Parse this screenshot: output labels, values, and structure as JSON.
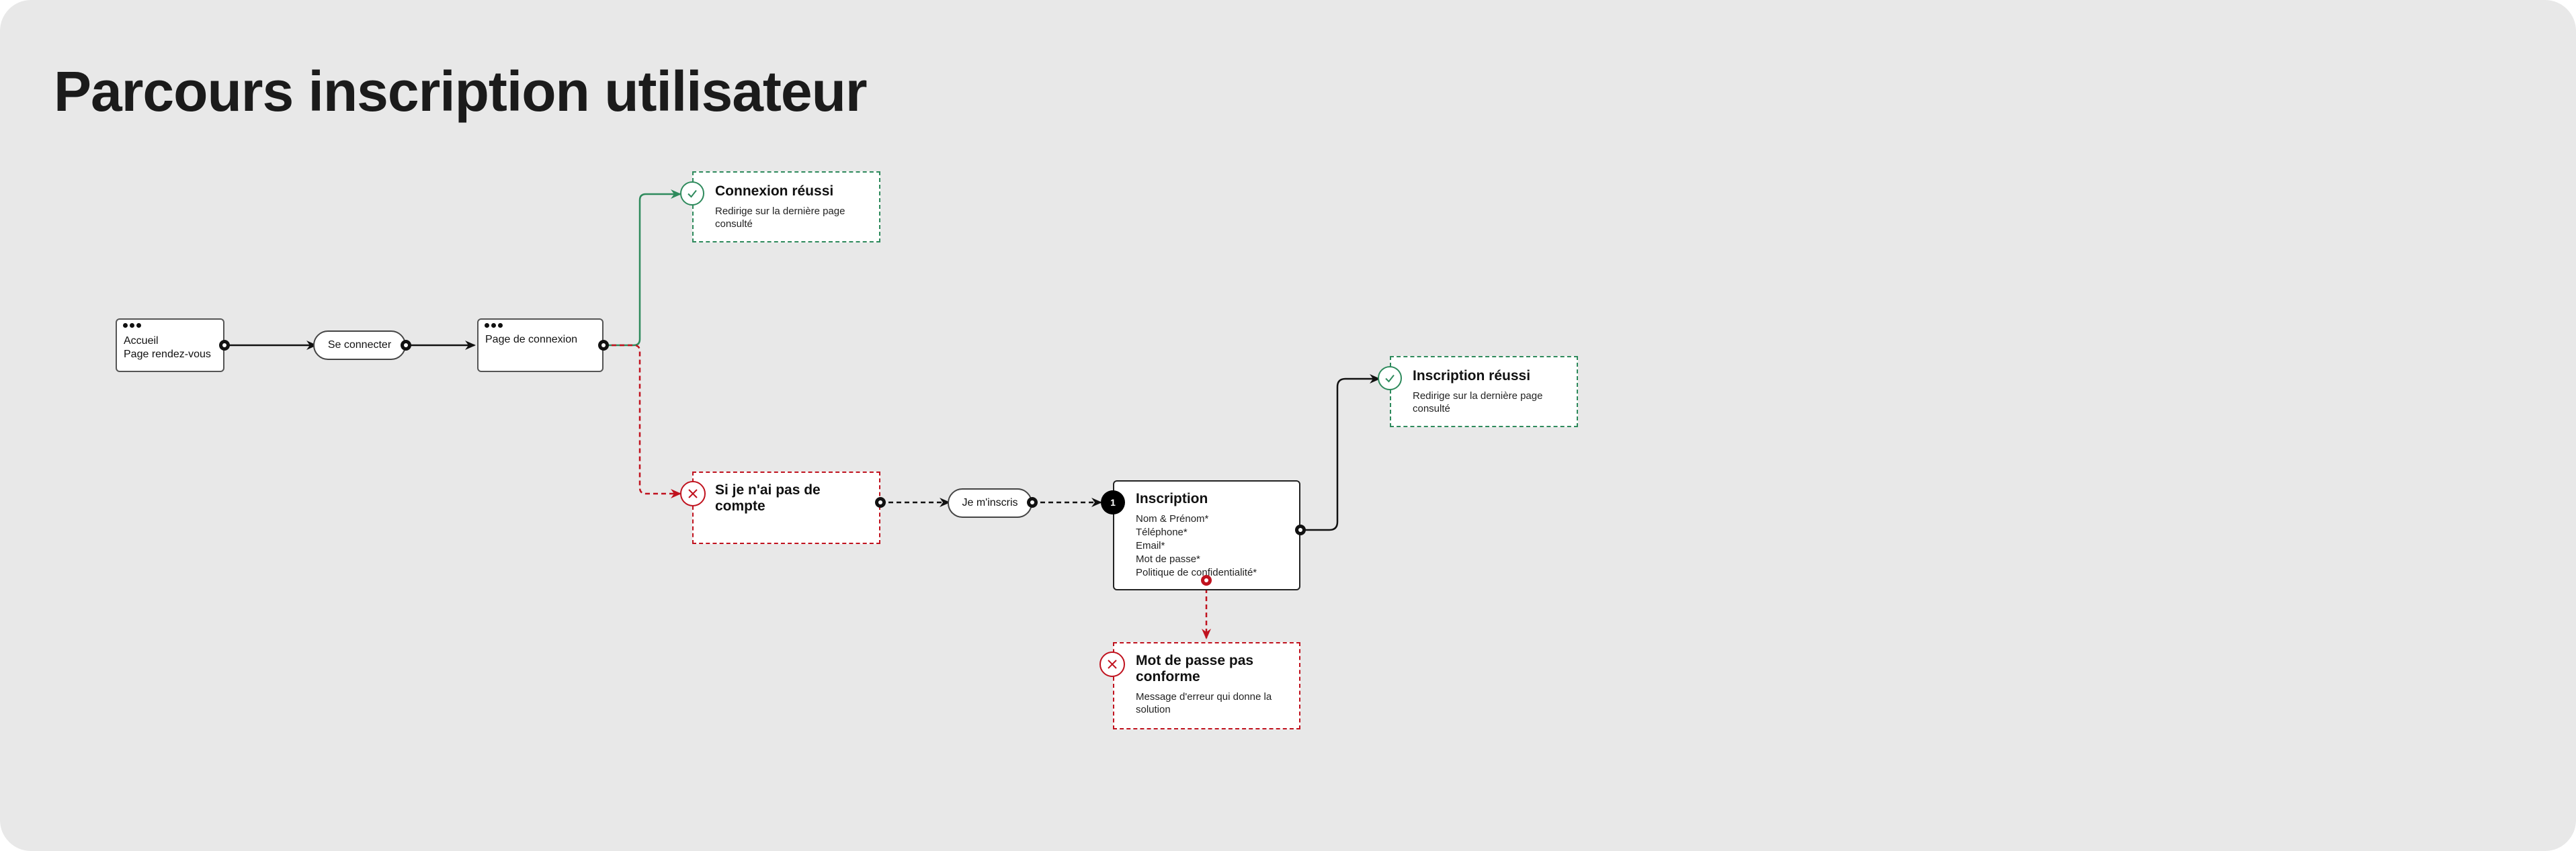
{
  "title": "Parcours inscription utilisateur",
  "colors": {
    "background": "#e8e8e8",
    "success": "#2e8a5c",
    "error": "#c0121e",
    "line": "#111111"
  },
  "nodes": {
    "accueil": {
      "lines": [
        "Accueil",
        "Page rendez-vous"
      ],
      "icon": "window-dots-icon"
    },
    "se_connecter": {
      "label": "Se connecter"
    },
    "page_connexion": {
      "label": "Page de connexion",
      "icon": "window-dots-icon"
    },
    "connexion_reussi": {
      "title": "Connexion réussi",
      "description": "Redirige sur la dernière page consulté",
      "icon": "check-icon"
    },
    "pas_de_compte": {
      "title": "Si je n'ai pas de compte",
      "icon": "cross-icon"
    },
    "je_minscris": {
      "label": "Je m'inscris"
    },
    "inscription": {
      "step": "1",
      "title": "Inscription",
      "fields": [
        "Nom & Prénom*",
        "Téléphone*",
        "Email*",
        "Mot de passe*",
        "Politique de confidentialité*"
      ]
    },
    "inscription_reussi": {
      "title": "Inscription réussi",
      "description": "Redirige sur la dernière page consulté",
      "icon": "check-icon"
    },
    "mdp_non_conforme": {
      "title": "Mot de passe pas conforme",
      "description": "Message d'erreur qui donne la solution",
      "icon": "cross-icon"
    }
  },
  "connections": [
    {
      "from": "accueil",
      "to": "se_connecter",
      "style": "solid"
    },
    {
      "from": "se_connecter",
      "to": "page_connexion",
      "style": "solid"
    },
    {
      "from": "page_connexion",
      "to": "connexion_reussi",
      "style": "solid-success"
    },
    {
      "from": "page_connexion",
      "to": "pas_de_compte",
      "style": "dashed-error"
    },
    {
      "from": "pas_de_compte",
      "to": "je_minscris",
      "style": "dashed"
    },
    {
      "from": "je_minscris",
      "to": "inscription",
      "style": "dashed"
    },
    {
      "from": "inscription",
      "to": "inscription_reussi",
      "style": "solid"
    },
    {
      "from": "inscription",
      "to": "mdp_non_conforme",
      "style": "dashed-error"
    }
  ]
}
